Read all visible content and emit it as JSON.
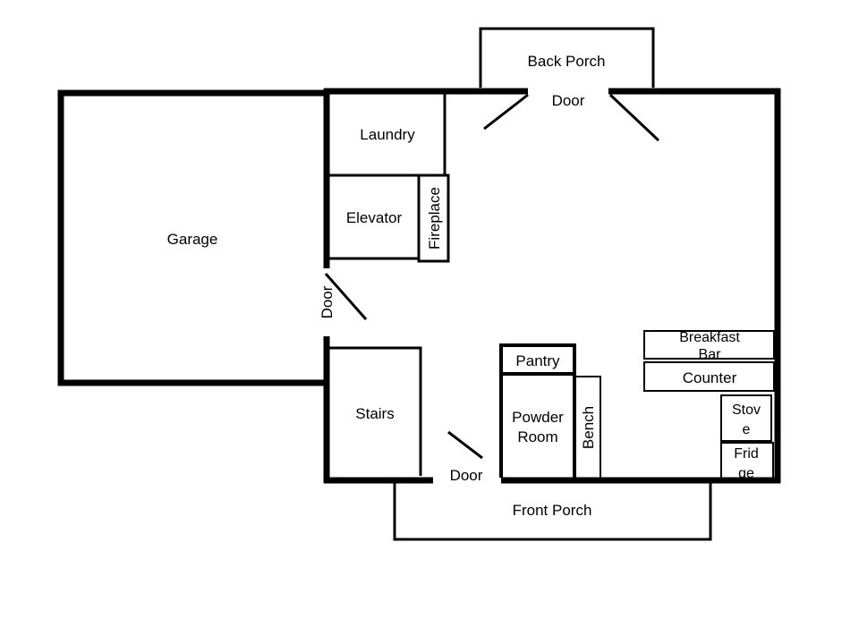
{
  "rooms": {
    "back_porch": "Back Porch",
    "back_door": "Door",
    "laundry": "Laundry",
    "elevator": "Elevator",
    "fireplace": "Fireplace",
    "garage": "Garage",
    "garage_door": "Door",
    "stairs": "Stairs",
    "front_door": "Door",
    "pantry": "Pantry",
    "powder_room_line1": "Powder",
    "powder_room_line2": "Room",
    "bench": "Bench",
    "breakfast_bar_line1": "Breakfast",
    "breakfast_bar_line2": "Bar",
    "counter": "Counter",
    "stove_line1": "Stov",
    "stove_line2": "e",
    "fridge_line1": "Frid",
    "fridge_line2": "ge",
    "front_porch": "Front Porch"
  },
  "colors": {
    "line": "#000000",
    "background": "#ffffff"
  }
}
